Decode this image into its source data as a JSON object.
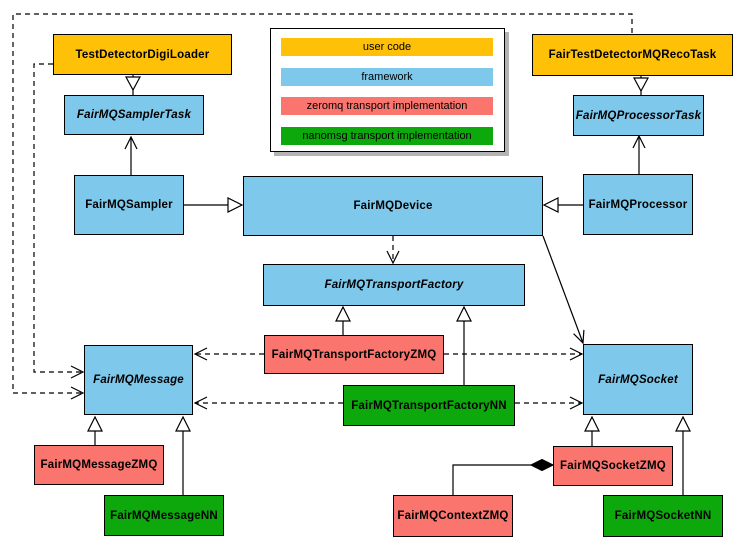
{
  "colors": {
    "user_code": "#FFC107",
    "framework": "#7EC8EC",
    "zeromq": "#F9756D",
    "nanomsg": "#0CA80C",
    "edge": "#000000",
    "legend_shadow": "#B3B3B3"
  },
  "legend": {
    "items": [
      {
        "label": "user code"
      },
      {
        "label": "framework"
      },
      {
        "label": "zeromq transport implementation"
      },
      {
        "label": "nanomsg transport implementation"
      }
    ]
  },
  "nodes": {
    "testDetectorDigiLoader": {
      "label": "TestDetectorDigiLoader"
    },
    "fairTestDetectorMQRecoTask": {
      "label": "FairTestDetectorMQRecoTask"
    },
    "fairMQSamplerTask": {
      "label": "FairMQSamplerTask"
    },
    "fairMQProcessorTask": {
      "label": "FairMQProcessorTask"
    },
    "fairMQSampler": {
      "label": "FairMQSampler"
    },
    "fairMQDevice": {
      "label": "FairMQDevice"
    },
    "fairMQProcessor": {
      "label": "FairMQProcessor"
    },
    "fairMQTransportFactory": {
      "label": "FairMQTransportFactory"
    },
    "fairMQTransportFactoryZMQ": {
      "label": "FairMQTransportFactoryZMQ"
    },
    "fairMQTransportFactoryNN": {
      "label": "FairMQTransportFactoryNN"
    },
    "fairMQMessage": {
      "label": "FairMQMessage"
    },
    "fairMQMessageZMQ": {
      "label": "FairMQMessageZMQ"
    },
    "fairMQMessageNN": {
      "label": "FairMQMessageNN"
    },
    "fairMQSocket": {
      "label": "FairMQSocket"
    },
    "fairMQSocketZMQ": {
      "label": "FairMQSocketZMQ"
    },
    "fairMQSocketNN": {
      "label": "FairMQSocketNN"
    },
    "fairMQContextZMQ": {
      "label": "FairMQContextZMQ"
    }
  }
}
